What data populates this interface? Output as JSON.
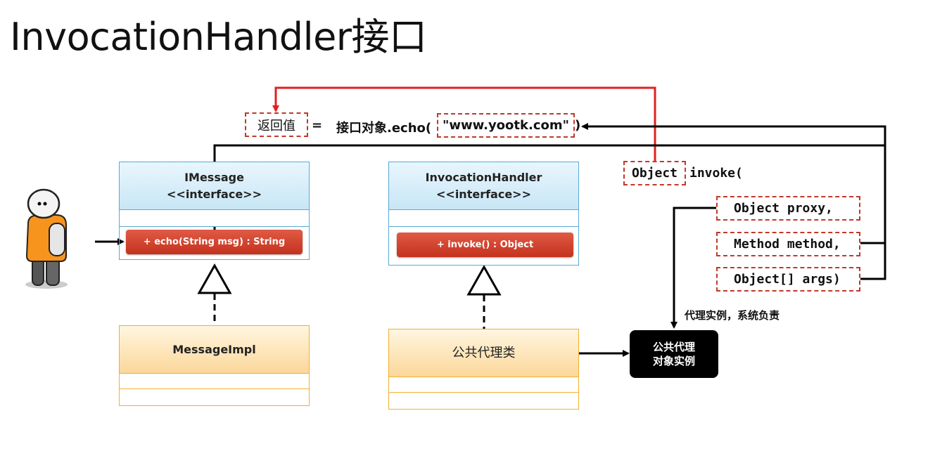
{
  "title": "InvocationHandler接口",
  "call_line": {
    "return_value": "返回值",
    "equals": "=",
    "call_prefix": "接口对象.echo(",
    "argument": "\"www.yootk.com\"",
    "close_paren": ")"
  },
  "invoke_signature": {
    "return_type": "Object",
    "method_name": "invoke(",
    "params": [
      "Object proxy,",
      "Method method,",
      "Object[] args)"
    ]
  },
  "imessage": {
    "name": "IMessage",
    "stereotype": "<<interface>>",
    "method": "+ echo(String msg) : String"
  },
  "invocation_handler": {
    "name": "InvocationHandler",
    "stereotype": "<<interface>>",
    "method": "+ invoke() : Object"
  },
  "message_impl": {
    "name": "MessageImpl"
  },
  "public_proxy_class": {
    "name": "公共代理类"
  },
  "proxy_instance": {
    "line1": "公共代理",
    "line2": "对象实例"
  },
  "proxy_note": "代理实例，系统负责",
  "colors": {
    "red": "#e02020",
    "dash": "#c0392b",
    "blue": "#5aa9d6",
    "orange": "#f0b030"
  }
}
